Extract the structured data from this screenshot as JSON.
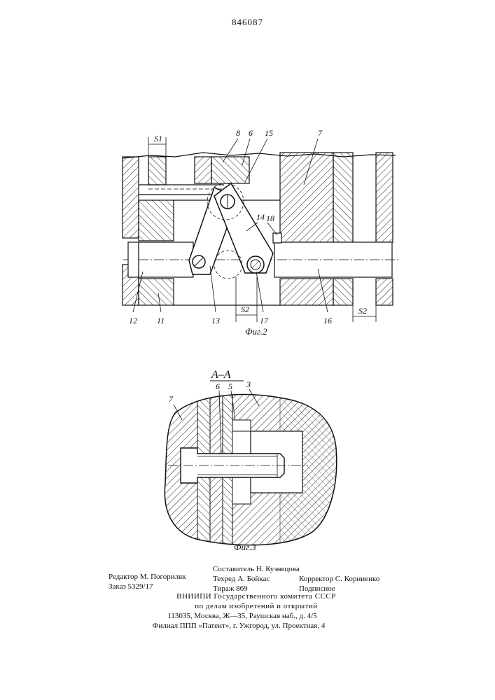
{
  "patent_number": "846087",
  "figure2": {
    "caption": "Фиг.2",
    "labels": {
      "s1": "S1",
      "s2_a": "S2",
      "s2_b": "S2",
      "n8": "8",
      "n6": "6",
      "n15": "15",
      "n7": "7",
      "n14": "14",
      "n18": "18",
      "n12": "12",
      "n11": "11",
      "n13": "13",
      "n17": "17",
      "n16": "16"
    }
  },
  "figure3": {
    "caption": "Фиг.3",
    "section_label": "A–A",
    "labels": {
      "n7": "7",
      "n6": "6",
      "n5": "5",
      "n3": "3"
    }
  },
  "colophon": {
    "editor": "Редактор М. Погориляк",
    "order": "Заказ 5329/17",
    "compiler": "Составитель Н. Кузнецова",
    "techeditor": "Техред А. Бойкас",
    "print_run": "Тираж 869",
    "corrector": "Корректор С. Корниенко",
    "subscription": "Подписное",
    "org_line1": "ВНИИПИ Государственного комитета СССР",
    "org_line2": "по делам изобретений и открытий",
    "org_line3": "113035, Москва, Ж—35, Раушская наб., д. 4/5",
    "branch": "Филиал ППП «Патент», г. Ужгород, ул. Проектная, 4"
  }
}
